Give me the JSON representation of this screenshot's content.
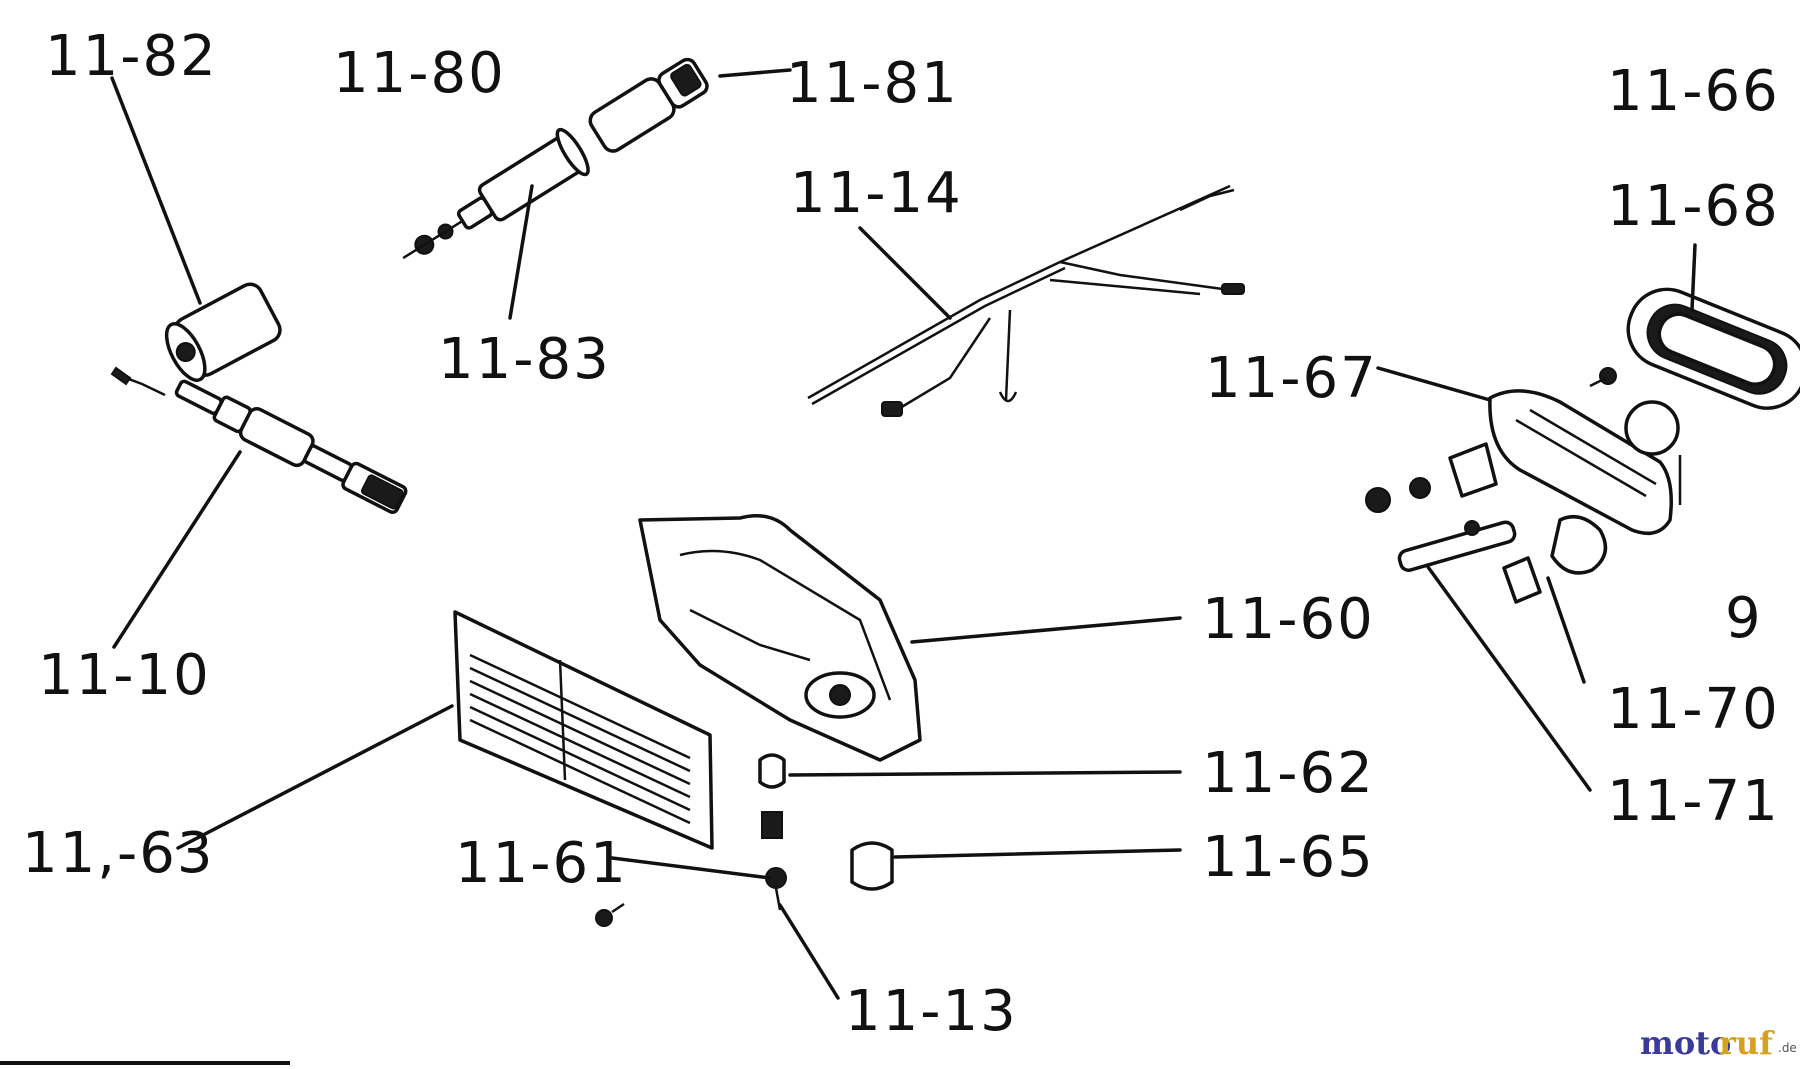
{
  "labels": {
    "l_11_82": "11-82",
    "l_11_80": "11-80",
    "l_11_81": "11-81",
    "l_11_66": "11-66",
    "l_11_14": "11-14",
    "l_11_68": "11-68",
    "l_11_83": "11-83",
    "l_11_67": "11-67",
    "l_11_10": "11-10",
    "l_11_60": "11-60",
    "l_11_70": "11-70",
    "l_11_62": "11-62",
    "l_11_71": "11-71",
    "l_11_63": "11,-63",
    "l_11_61": "11-61",
    "l_11_65": "11-65",
    "l_11_13": "11-13",
    "l_partial": "9"
  },
  "watermark": {
    "part1": "moto",
    "part2": "ruf",
    "suffix": ".de"
  }
}
